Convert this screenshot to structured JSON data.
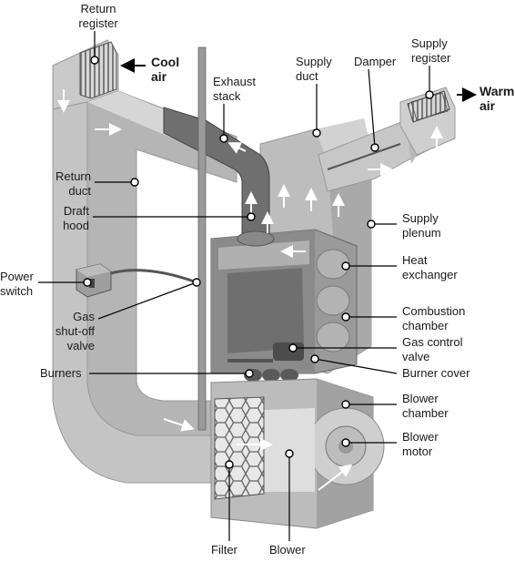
{
  "diagram": {
    "labels": {
      "return_register": "Return\nregister",
      "cool_air": "Cool\nair",
      "exhaust_stack": "Exhaust\nstack",
      "supply_duct": "Supply\nduct",
      "damper": "Damper",
      "supply_register": "Supply\nregister",
      "warm_air": "Warm\nair",
      "return_duct": "Return\nduct",
      "draft_hood": "Draft\nhood",
      "supply_plenum": "Supply\nplenum",
      "heat_exchanger": "Heat\nexchanger",
      "power_switch": "Power\nswitch",
      "gas_shutoff_valve": "Gas\nshut-off\nvalve",
      "combustion_chamber": "Combustion\nchamber",
      "gas_control_valve": "Gas control\nvalve",
      "burners": "Burners",
      "burner_cover": "Burner cover",
      "blower_chamber": "Blower\nchamber",
      "blower_motor": "Blower\nmotor",
      "filter": "Filter",
      "blower": "Blower"
    },
    "colors": {
      "duct_light": "#c9c9c9",
      "duct_mid": "#b3b3b3",
      "cabinet_dark": "#8f8f8f",
      "cabinet_top": "#bdbdbd",
      "exhaust": "#6e6e6e",
      "leader": "#000000",
      "arrow_white": "#ffffff"
    }
  }
}
